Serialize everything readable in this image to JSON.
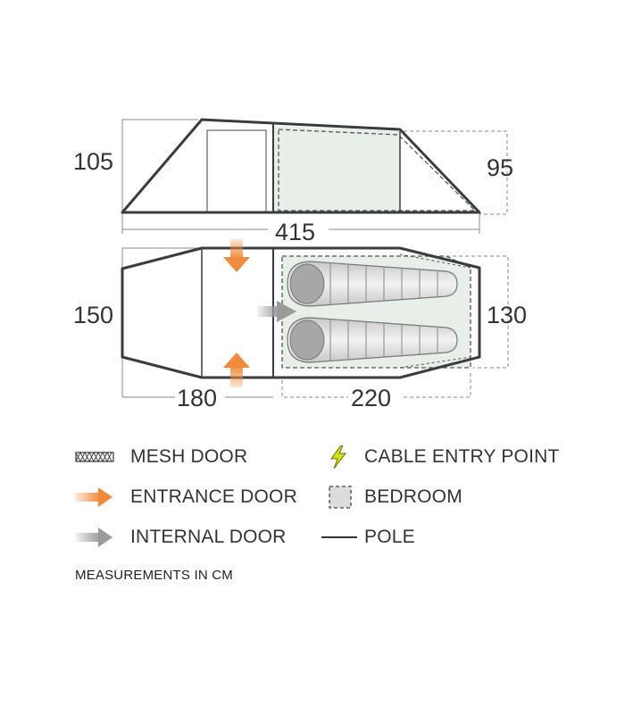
{
  "dimensions": {
    "height_front": "105",
    "height_rear": "95",
    "total_length": "415",
    "width_front": "150",
    "width_bedroom": "130",
    "porch_length": "180",
    "bedroom_length": "220"
  },
  "legend": {
    "mesh_door": "MESH DOOR",
    "entrance_door": "ENTRANCE DOOR",
    "internal_door": "INTERNAL DOOR",
    "cable_entry_point": "CABLE ENTRY POINT",
    "bedroom": "BEDROOM",
    "pole": "POLE"
  },
  "note": "MEASUREMENTS IN CM",
  "colors": {
    "outline": "#3a3d40",
    "dimension_line": "#888888",
    "bedroom_fill": "#e8efe8",
    "entrance_arrow": "#f08a3c",
    "internal_arrow": "#9a9a9a",
    "cable_icon": "#d4e21a",
    "sleeping_bag": "#dadada"
  }
}
